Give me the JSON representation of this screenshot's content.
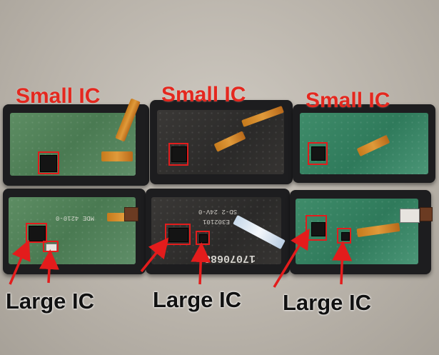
{
  "top_label": "Small IC",
  "bottom_label": "Large IC",
  "board_text": {
    "serial_number": "17070688",
    "marking_mid_1": "SD-2 24V-0",
    "marking_mid_2": "E302101",
    "marking_left": "MDE 4210-0"
  },
  "colors": {
    "label_red": "#e4281f",
    "highlight_box": "#e31c1c",
    "arrow": "#e31c1c"
  }
}
